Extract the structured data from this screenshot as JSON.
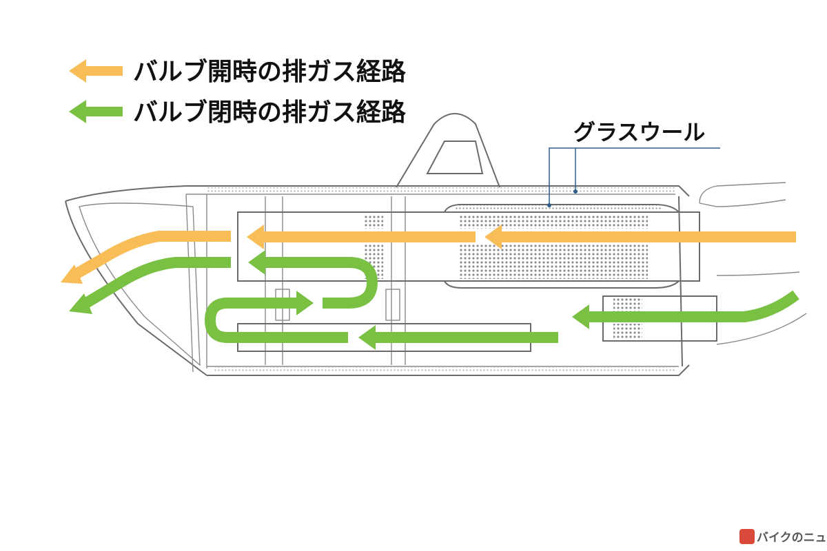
{
  "legend": {
    "items": [
      {
        "label": "バルブ開時の排ガス経路",
        "color": "#f8bd56"
      },
      {
        "label": "バルブ閉時の排ガス経路",
        "color": "#7ac043"
      }
    ]
  },
  "callout": {
    "label": "グラスウール"
  },
  "watermark": {
    "text": "バイクのニュース"
  },
  "colors": {
    "open_path": "#f8bd56",
    "closed_path": "#7ac043",
    "outline": "#6a6a6a",
    "glasswool": "#9a9a9a",
    "callout_line": "#2e5d8a"
  }
}
